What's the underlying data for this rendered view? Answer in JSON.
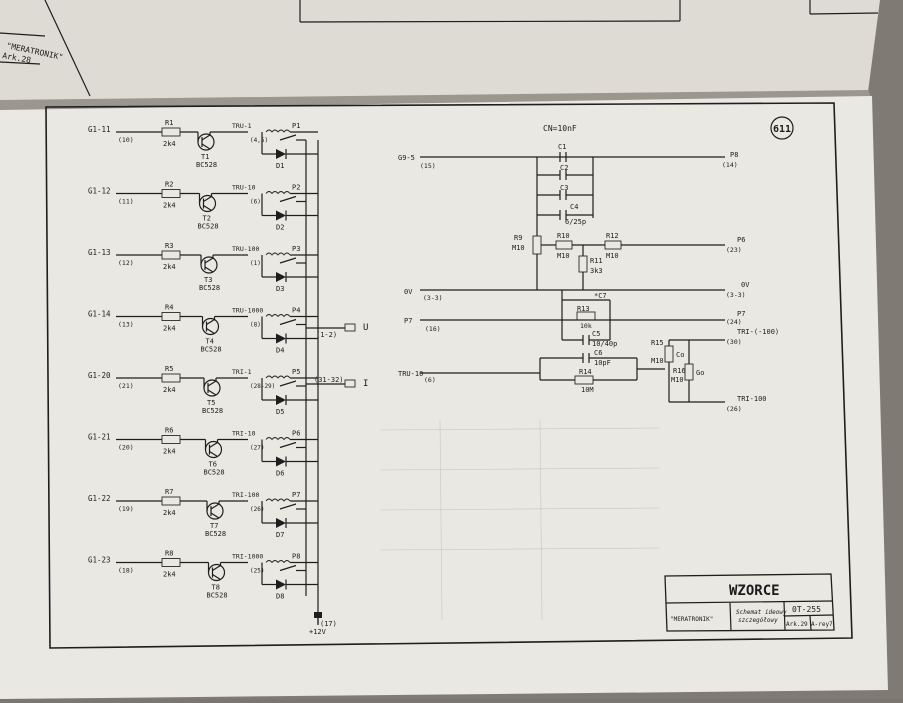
{
  "sheet": {
    "number": "611",
    "cn_note": "CN=10nF",
    "title": "WZORCE",
    "drawing_no": "0T-255",
    "company": "\"MERATRONIK\"",
    "desc_line1": "Schemat ideowy",
    "desc_line2": "szczegółowy",
    "sheet_ref": "Ark.29",
    "rev_ref": "A-rey7",
    "prev_page_company": "\"MERATRONIK\"",
    "prev_page_ref": "Ark.28"
  },
  "stages": [
    {
      "input": "G1-11",
      "pin": "(10)",
      "resistor": "R1",
      "r_value": "2k4",
      "transistor": "T1",
      "t_type": "BC528",
      "relay_coil": "TRU-1",
      "relay_pin": "(4,5)",
      "contact": "P1",
      "diode": "D1"
    },
    {
      "input": "G1-12",
      "pin": "(11)",
      "resistor": "R2",
      "r_value": "2k4",
      "transistor": "T2",
      "t_type": "BC528",
      "relay_coil": "TRU-10",
      "relay_pin": "(6)",
      "contact": "P2",
      "diode": "D2"
    },
    {
      "input": "G1-13",
      "pin": "(12)",
      "resistor": "R3",
      "r_value": "2k4",
      "transistor": "T3",
      "t_type": "BC528",
      "relay_coil": "TRU-100",
      "relay_pin": "(1)",
      "contact": "P3",
      "diode": "D3"
    },
    {
      "input": "G1-14",
      "pin": "(13)",
      "resistor": "R4",
      "r_value": "2k4",
      "transistor": "T4",
      "t_type": "BC528",
      "relay_coil": "TRU-1000",
      "relay_pin": "(8)",
      "contact": "P4",
      "diode": "D4"
    },
    {
      "input": "G1-20",
      "pin": "(21)",
      "resistor": "R5",
      "r_value": "2k4",
      "transistor": "T5",
      "t_type": "BC528",
      "relay_coil": "TRI-1",
      "relay_pin": "(28-29)",
      "contact": "P5",
      "diode": "D5"
    },
    {
      "input": "G1-21",
      "pin": "(20)",
      "resistor": "R6",
      "r_value": "2k4",
      "transistor": "T6",
      "t_type": "BC528",
      "relay_coil": "TRI-10",
      "relay_pin": "(27)",
      "contact": "P6",
      "diode": "D6"
    },
    {
      "input": "G1-22",
      "pin": "(19)",
      "resistor": "R7",
      "r_value": "2k4",
      "transistor": "T7",
      "t_type": "BC528",
      "relay_coil": "TRI-100",
      "relay_pin": "(26)",
      "contact": "P7",
      "diode": "D7"
    },
    {
      "input": "G1-23",
      "pin": "(18)",
      "resistor": "R8",
      "r_value": "2k4",
      "transistor": "T8",
      "t_type": "BC528",
      "relay_coil": "TRI-1000",
      "relay_pin": "(25)",
      "contact": "P8",
      "diode": "D8"
    }
  ],
  "outputs": {
    "u_pin": "(1-2)",
    "u_label": "U",
    "i_pin": "(31-32)",
    "i_label": "I",
    "supply_pin": "(17)",
    "supply_label": "+12V"
  },
  "right": {
    "g95": "G9-5",
    "g95_pin": "(15)",
    "p8": "P8",
    "p8_pin": "(14)",
    "c1": "C1",
    "c2": "C2",
    "c3": "C3",
    "c4": "C4",
    "c4_value": "6/25p",
    "r9": "R9",
    "r9_value": "M10",
    "r10": "R10",
    "r10_value": "M10",
    "r11": "R11",
    "r11_value": "3k3",
    "r12": "R12",
    "r12_value": "M10",
    "p6": "P6",
    "p6_pin": "(23)",
    "ov_left": "0V",
    "ov_left_pin": "(3-3)",
    "ov_right": "0V",
    "ov_right_pin": "(3-3)",
    "p7_in": "P7",
    "p7_in_pin": "(16)",
    "p7_out": "P7",
    "p7_out_pin": "(24)",
    "r13": "R13",
    "r13_value": "10k",
    "c7": "*C7",
    "c5": "C5",
    "c5_value": "10/40p",
    "c6": "C6",
    "c6_value": "10pF",
    "r14": "R14",
    "r14_value": "10M",
    "r15": "R15",
    "r15_value": "M10",
    "co": "Co",
    "r16": "R16",
    "r16_value": "M10",
    "go": "Go",
    "tru10": "TRU-10",
    "tru10_pin": "(6)",
    "tri_m100": "TRI-(-100)",
    "tri_m100_pin": "(30)",
    "tri100": "TRI-100",
    "tri100_pin": "(26)"
  }
}
